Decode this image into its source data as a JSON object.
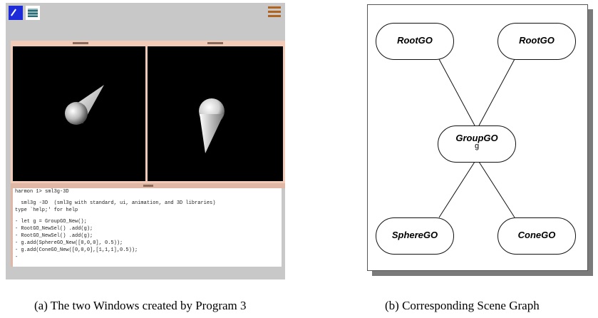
{
  "screenshot": {
    "icons": [
      "pencil-icon",
      "grid-icon"
    ],
    "console_lines": [
      "harmon 1> sml3g-3D",
      "",
      "  sml3g -3D  (sml3g with standard, ui, animation, and 3D libraries)",
      "type `help;' for help",
      "",
      "- let g = GroupGO_New();",
      "- RootGO_NewSel() .add(g);",
      "- RootGO_NewSel() .add(g);",
      "- g.add(SphereGO_New([0,0,0], 0.5));",
      "- g.add(ConeGO_New([0,0,0],[1,1,1],0.5));",
      "- "
    ]
  },
  "scene_graph": {
    "nodes": {
      "root_left": {
        "name": "RootGO"
      },
      "root_right": {
        "name": "RootGO"
      },
      "group": {
        "name": "GroupGO",
        "sub": "g"
      },
      "sphere": {
        "name": "SphereGO"
      },
      "cone": {
        "name": "ConeGO"
      }
    }
  },
  "captions": {
    "a": "(a) The two Windows created by Program 3",
    "b": "(b) Corresponding Scene Graph"
  },
  "colors": {
    "screenshot_background": "#c8c8c8",
    "window_frame": "#f2cbb8",
    "viewport": "#000000",
    "accent_icon": "#1d2bd9"
  }
}
